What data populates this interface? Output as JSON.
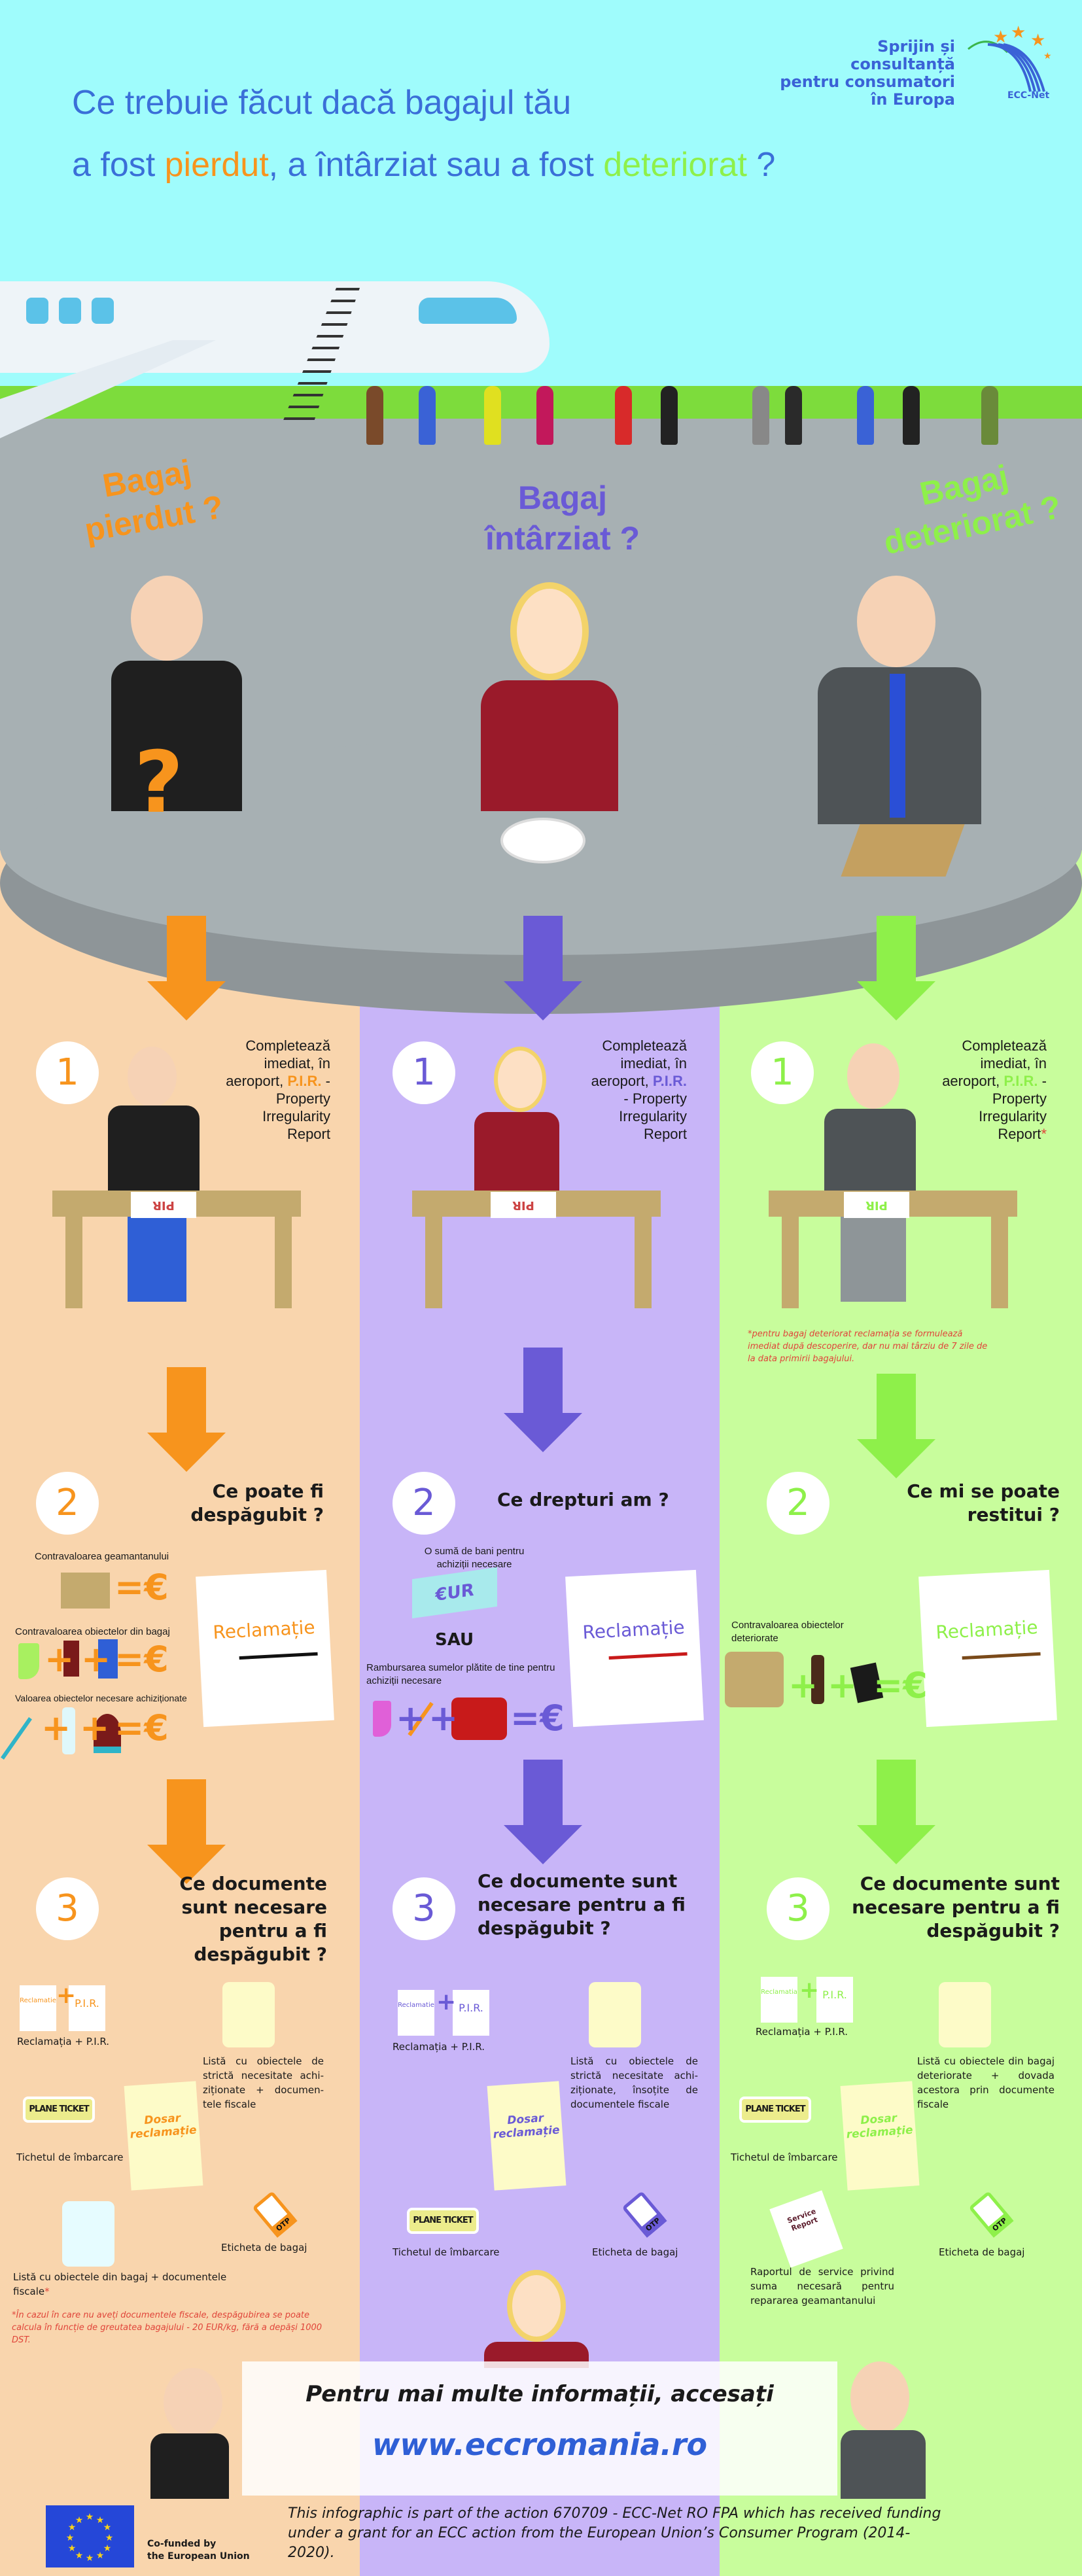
{
  "title": {
    "line1": "Ce trebuie făcut dacă bagajul tău",
    "line2_a": "a fost ",
    "line2_lost": "pierdut",
    "line2_b": ", a întârziat sau a fost ",
    "line2_damaged": "deteriorat",
    "line2_c": " ?"
  },
  "logo": {
    "line1": "Sprijin și consultanță",
    "line2": "pentru consumatori",
    "line3": "în Europa",
    "brand": "ECC-Net"
  },
  "colors": {
    "orange": "#f7941d",
    "purple": "#6a5ad6",
    "green": "#8ef04a",
    "col_orange": "#f9d5ad",
    "col_purple": "#c8b5f8",
    "col_green": "#c8fd9c",
    "sky": "#9ffcfc",
    "blue_text": "#3a6fd8"
  },
  "columns": [
    {
      "headline": [
        "Bagaj",
        "pierdut ?"
      ],
      "step1": {
        "num": "1",
        "text": [
          "Completează",
          "imediat, în",
          "aeroport, ",
          "P.I.R.",
          " -",
          "Property",
          "Irregularity",
          "Report"
        ],
        "pir": "PIR"
      },
      "step2": {
        "num": "2",
        "question": "Ce poate fi despăgubit ?",
        "items": [
          "Contravaloarea geamantanului",
          "Contravaloarea obiectelor din bagaj",
          "Valoarea obiectelor necesare achiziționate"
        ],
        "claim": "Reclamație",
        "plus": "+",
        "equals": "=€"
      },
      "step3": {
        "num": "3",
        "question": "Ce documente sunt necesare pentru a fi despăgubit ?",
        "doc_a": "Reclamatie",
        "doc_b": "P.I.R.",
        "claim_pir": "Reclamația + P.I.R.",
        "list": "Listă cu obiectele de strictă necesitate achi-ziționate + documen-tele fiscale",
        "ticket": "PLANE TICKET",
        "ticket_label": "Tichetul de îmbarcare",
        "folder": "Dosar reclamație",
        "tag": "OTP",
        "tag_label": "Eticheta de bagaj",
        "list2": "Listă cu obiectele din bagaj + documentele fiscale",
        "asterisk": "*",
        "note": "*În cazul în care nu aveți documentele fiscale, despăgubirea se poate calcula în funcție de greutatea bagajului - 20 EUR/kg, fără a depăși 1000 DST."
      }
    },
    {
      "headline": [
        "Bagaj",
        "întârziat ?"
      ],
      "step1": {
        "num": "1",
        "text": [
          "Completează",
          "imediat, în",
          "aeroport, ",
          "P.I.R.",
          "",
          "- Property",
          "Irregularity",
          "Report"
        ],
        "pir": "PIR"
      },
      "step2": {
        "num": "2",
        "question": "Ce drepturi am ?",
        "money": "O sumă de bani pentru achiziții necesare",
        "eur": "€UR",
        "or": "SAU",
        "refund": "Rambursarea sumelor plătite de tine pentru achiziții necesare",
        "claim": "Reclamație",
        "plus": "+",
        "equals": "=€"
      },
      "step3": {
        "num": "3",
        "question": "Ce documente sunt necesare pentru a fi despăgubit ?",
        "doc_a": "Reclamatie",
        "doc_b": "P.I.R.",
        "claim_pir": "Reclamația + P.I.R.",
        "list": "Listă cu obiectele de strictă necesitate achi-ziționate, însoțite de documentele fiscale",
        "ticket": "PLANE TICKET",
        "ticket_label": "Tichetul de îmbarcare",
        "folder": "Dosar reclamație",
        "tag": "OTP",
        "tag_label": "Eticheta de bagaj"
      }
    },
    {
      "headline": [
        "Bagaj",
        "deteriorat ?"
      ],
      "step1": {
        "num": "1",
        "text": [
          "Completează",
          "imediat, în",
          "aeroport, ",
          "P.I.R.",
          " -",
          "Property",
          "Irregularity",
          "Report"
        ],
        "asterisk": "*",
        "pir": "PIR",
        "note": "*pentru bagaj deteriorat reclamația se formulează imediat după descoperire, dar nu mai târziu de 7 zile de la data primirii bagajului."
      },
      "step2": {
        "num": "2",
        "question": "Ce mi se poate restitui ?",
        "items": [
          "Contravaloarea obiectelor deteriorate"
        ],
        "claim": "Reclamație",
        "plus": "+",
        "equals": "=€"
      },
      "step3": {
        "num": "3",
        "question": "Ce documente sunt necesare pentru a fi despăgubit ?",
        "doc_a": "Reclamatia",
        "doc_b": "P.I.R.",
        "claim_pir": "Reclamația + P.I.R.",
        "list": "Listă cu obiectele din bagaj deteriorate + dovada acestora prin documente fiscale",
        "ticket": "PLANE TICKET",
        "ticket_label": "Tichetul de îmbarcare",
        "folder": "Dosar reclamație",
        "tag": "OTP",
        "tag_label": "Eticheta de bagaj",
        "report": "Service Report",
        "report_label": "Raportul de service privind suma necesară pentru repararea geamantanului"
      }
    }
  ],
  "footer": {
    "more_info": "Pentru mai multe informații, accesați",
    "url": "www.eccromania.ro",
    "cofunded": [
      "Co-funded by",
      "the European Union"
    ],
    "disclaimer": "This infographic is part of the action  670709 - ECC-Net RO FPA which has received funding under a grant for an ECC action from the European Union’s Consumer Program (2014-2020)."
  }
}
